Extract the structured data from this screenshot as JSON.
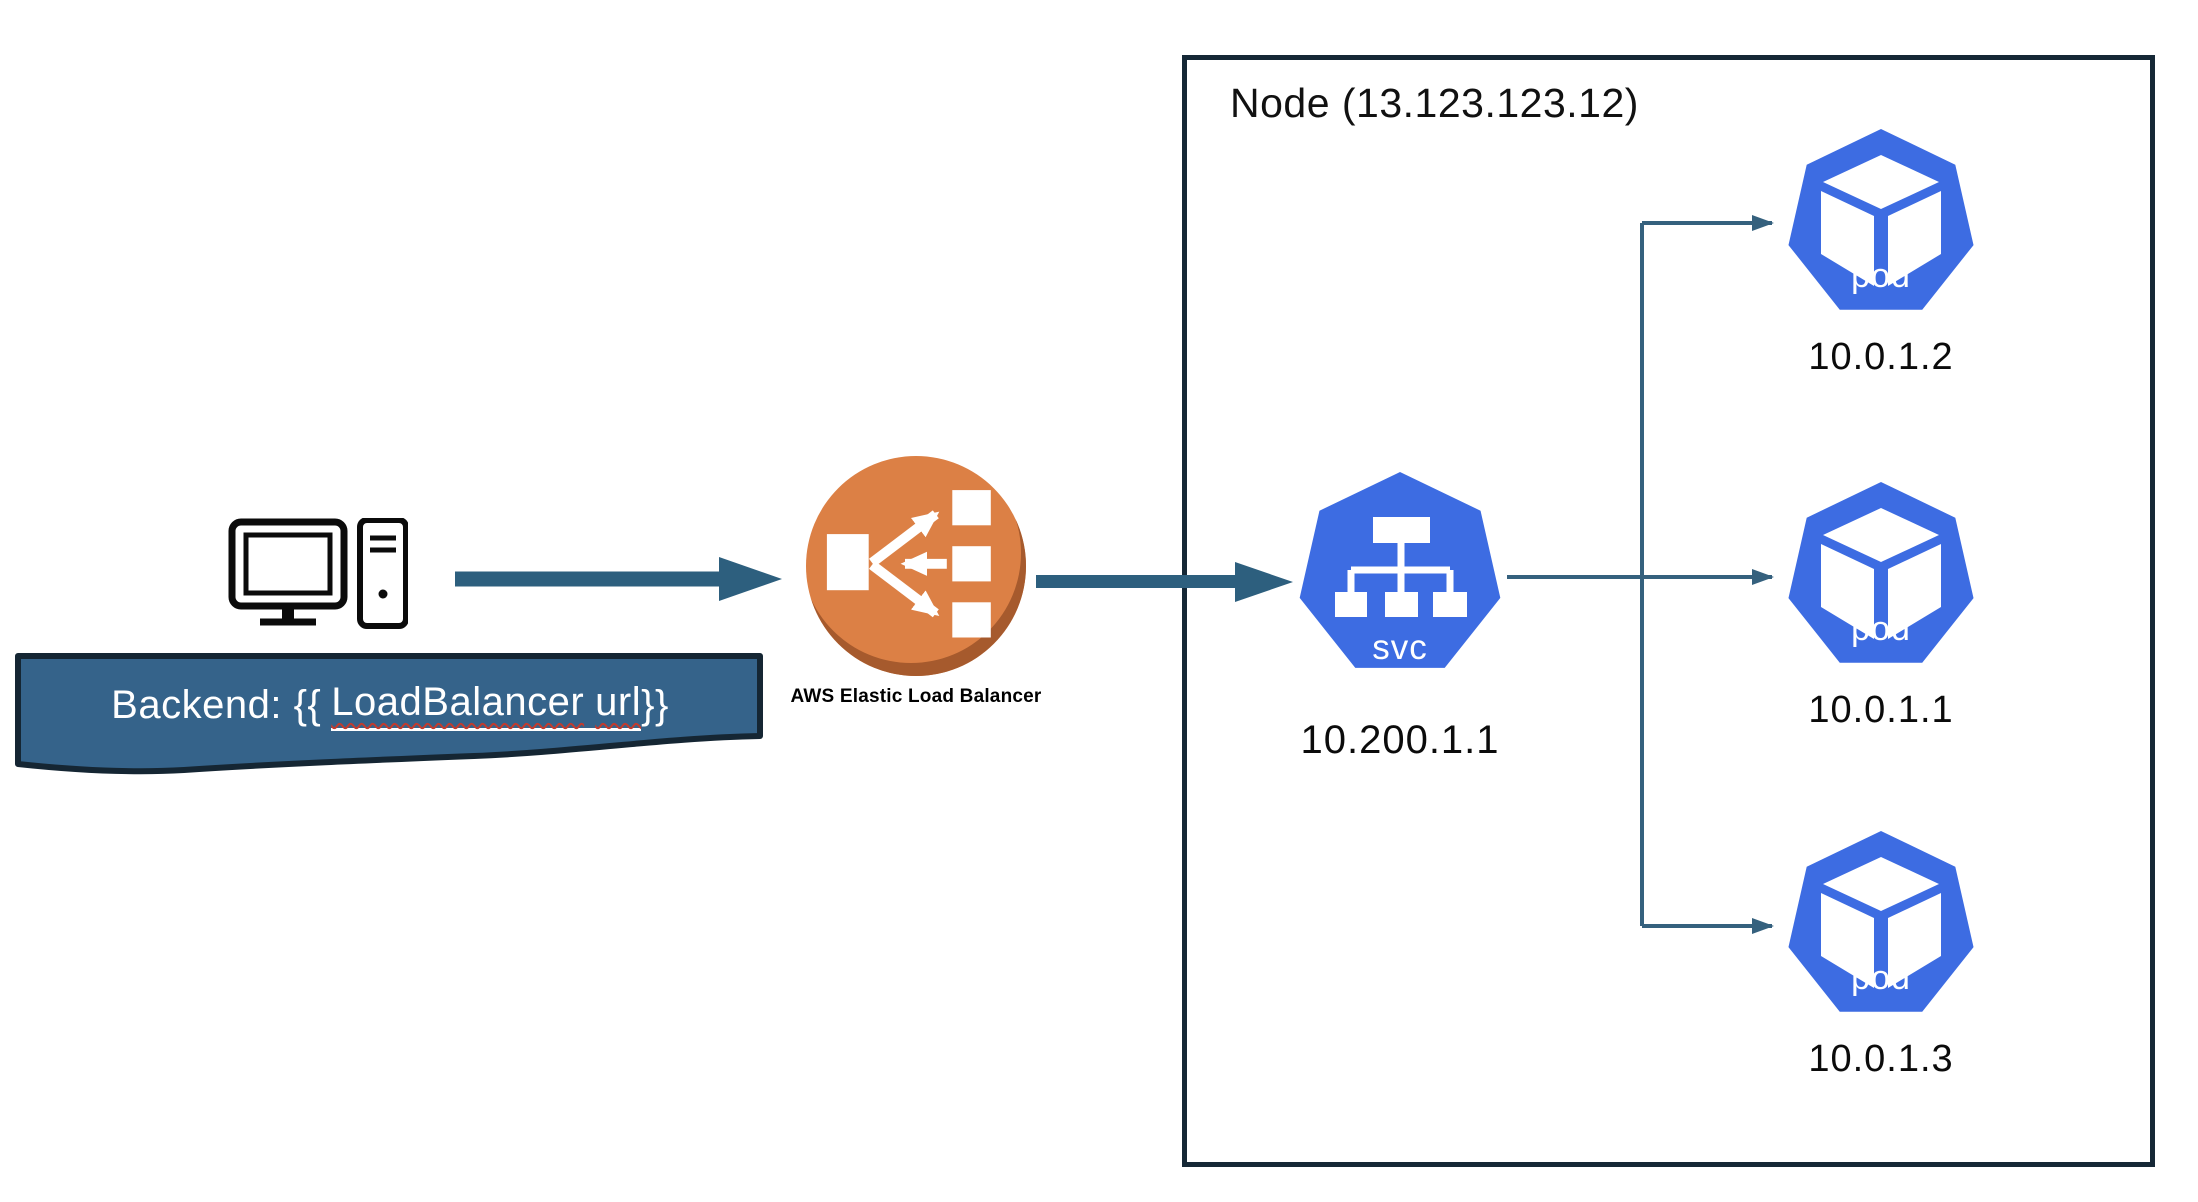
{
  "banner": {
    "prefix": "Backend: {{",
    "link_words": [
      "LoadBalancer",
      "url"
    ],
    "suffix": "}}"
  },
  "elb": {
    "label": "AWS Elastic Load Balancer"
  },
  "node": {
    "title": "Node (13.123.123.12)",
    "service": {
      "icon_label": "svc",
      "ip": "10.200.1.1"
    },
    "pods": [
      {
        "icon_label": "pod",
        "ip": "10.0.1.2"
      },
      {
        "icon_label": "pod",
        "ip": "10.0.1.1"
      },
      {
        "icon_label": "pod",
        "ip": "10.0.1.3"
      }
    ]
  },
  "colors": {
    "kubernetes_blue": "#3D6CE2",
    "elb_orange": "#DC8045",
    "elb_rim": "#A65A2D",
    "flow_arrow_teal": "#2D5F7E",
    "connector_teal": "#35617E",
    "node_border": "#152836",
    "banner_fill": "#35638A",
    "banner_border": "#152633",
    "spellcheck_red": "#C23B2E",
    "icon_black": "#0b0b0b",
    "glyph_white": "#ffffff"
  }
}
